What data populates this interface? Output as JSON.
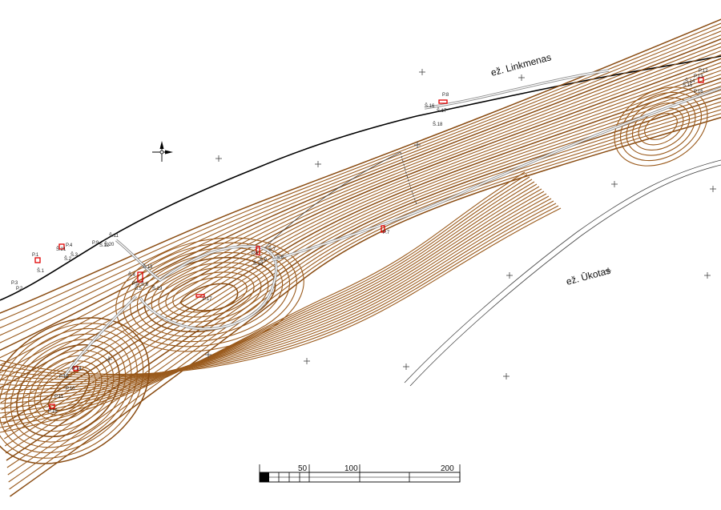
{
  "lakes": {
    "north": "ež. Linkmenas",
    "south": "ež. Ūkotas"
  },
  "scale_bar": {
    "ticks": [
      "50",
      "100",
      "200"
    ]
  },
  "markers": [
    "P.1",
    "P.2",
    "P.3",
    "P.4",
    "P.5",
    "P.6",
    "P.7",
    "P.8",
    "P.9",
    "P.10",
    "P.11",
    "P.12",
    "P.13",
    "P.14",
    "P.15",
    "P.16",
    "P.17",
    "P.18",
    "Š.1",
    "Š.2",
    "Š.3",
    "Š.4",
    "Š.5",
    "Š.6",
    "Š.7",
    "Š.8",
    "Š.9",
    "Š.10",
    "Š.11",
    "Š.12",
    "Š.13",
    "Š.14",
    "Š.15",
    "Š.16",
    "Š.17",
    "Š.18",
    "Š.19",
    "Š.20",
    "Š.21"
  ],
  "colors": {
    "contour": "#9a5a1c",
    "shoreline": "#000000",
    "road": "#8d8d8d",
    "survey_mark": "#e00000"
  },
  "icons": [
    "north-arrow-icon",
    "grid-cross-icon"
  ]
}
